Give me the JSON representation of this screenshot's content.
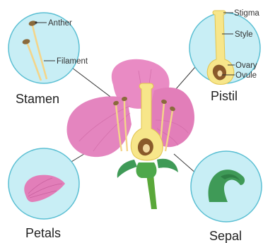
{
  "labels": {
    "anther": "Anther",
    "filament": "Filament",
    "stamen": "Stamen",
    "stigma": "Stigma",
    "style": "Style",
    "ovary": "Ovary",
    "ovule": "Ovule",
    "pistil": "Pistil",
    "petals": "Petals",
    "sepal": "Sepal"
  },
  "colors": {
    "circle_fill": "#c8eef5",
    "circle_stroke": "#5bbfd3",
    "petal_pink": "#e98bc4",
    "petal_dark": "#d8619f",
    "anther_brown": "#8a6a3c",
    "filament_yellow": "#f4d58a",
    "pistil_yellow": "#f7e68a",
    "ovary_brown": "#8a5a2a",
    "stem_green": "#5aa83a",
    "sepal_green": "#3f9a57"
  }
}
